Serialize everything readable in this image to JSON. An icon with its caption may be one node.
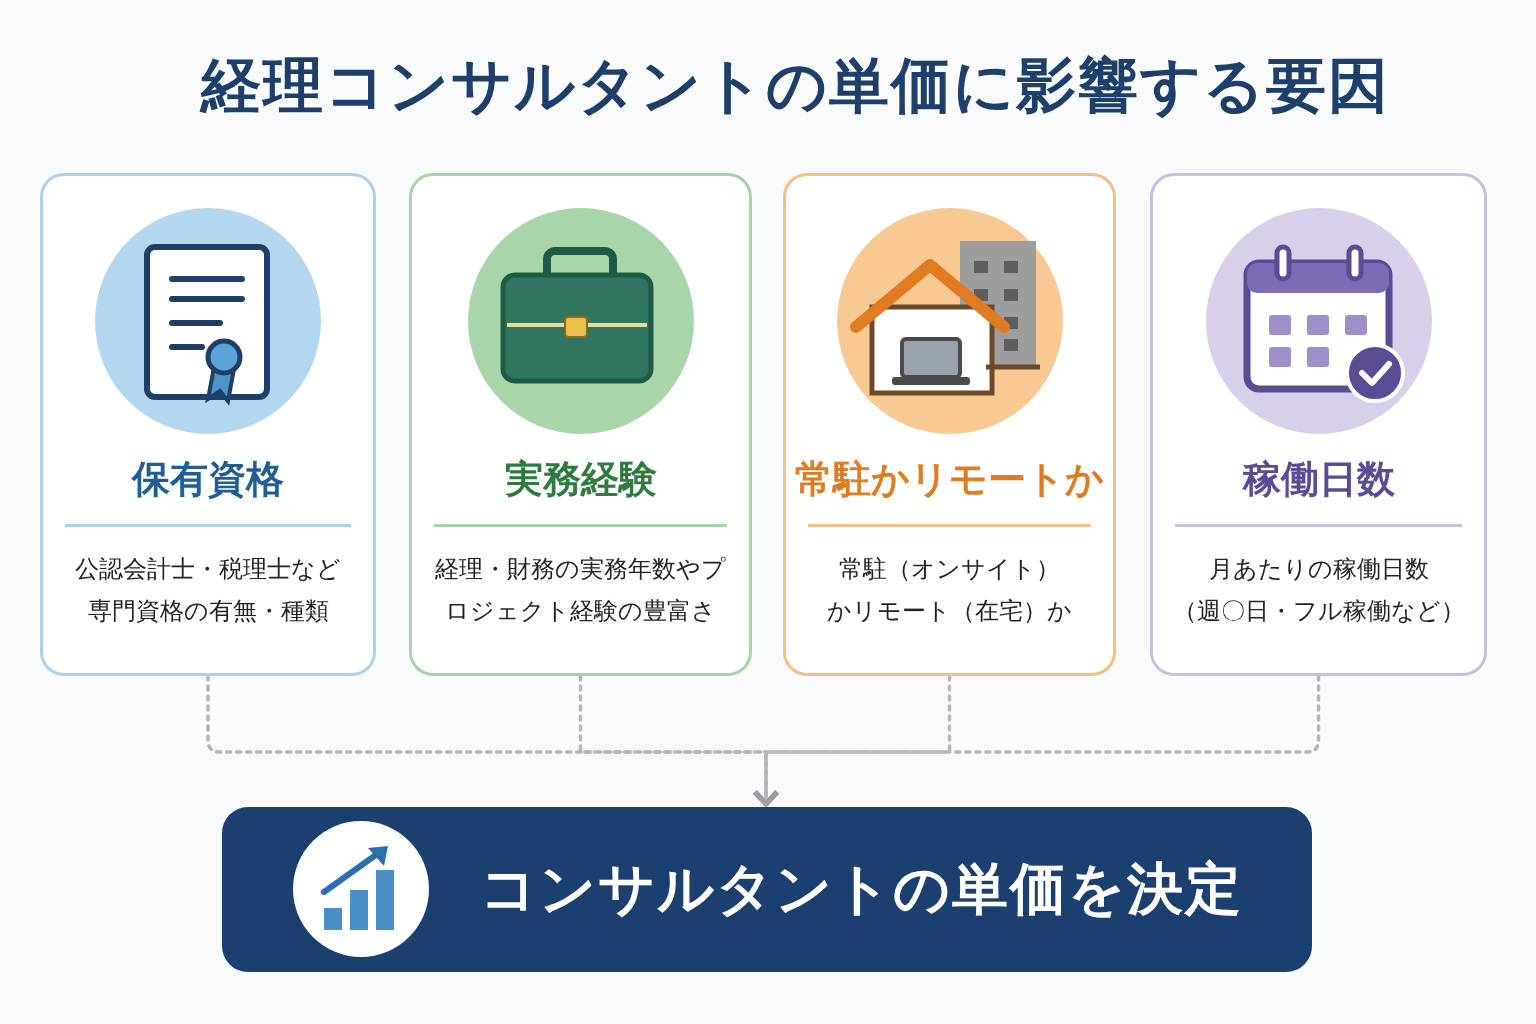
{
  "diagram": {
    "title": "経理コンサルタントの単価に影響する要因",
    "nodes": [
      {
        "text": [
          "保有資格",
          "公認会計士・税理士など専門資格の有無・種類"
        ]
      },
      {
        "text": [
          "実務経験",
          "経理・財務の実務年数やプロジェクト経験の豊富さ"
        ]
      },
      {
        "text": [
          "常駐かリモートか",
          "常駐（オンサイト）かリモート（在宅）か"
        ]
      },
      {
        "text": [
          "稼働日数",
          "月あたりの稼働日数（週〇日・フル稼働など）"
        ]
      },
      {
        "text": [
          "コンサルタントの単価を決定"
        ]
      }
    ],
    "edges": [
      {
        "from": 0,
        "to": 4,
        "arrow": "to",
        "style": "dashed"
      },
      {
        "from": 1,
        "to": 4,
        "arrow": "to",
        "style": "dashed"
      },
      {
        "from": 2,
        "to": 4,
        "arrow": "to",
        "style": "dashed"
      },
      {
        "from": 3,
        "to": 4,
        "arrow": "to",
        "style": "dashed"
      }
    ]
  }
}
